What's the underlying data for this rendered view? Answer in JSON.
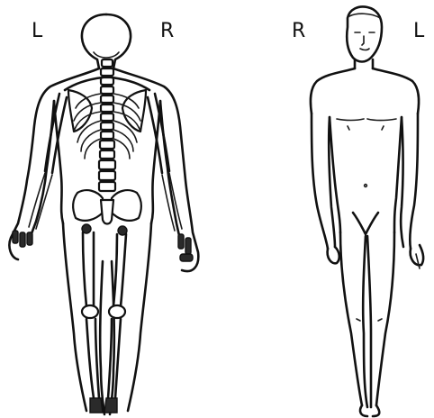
{
  "labels": {
    "posterior_left": "L",
    "posterior_right": "R",
    "anterior_right": "R",
    "anterior_left": "L"
  },
  "colors": {
    "ink": "#111111",
    "background": "#ffffff"
  }
}
